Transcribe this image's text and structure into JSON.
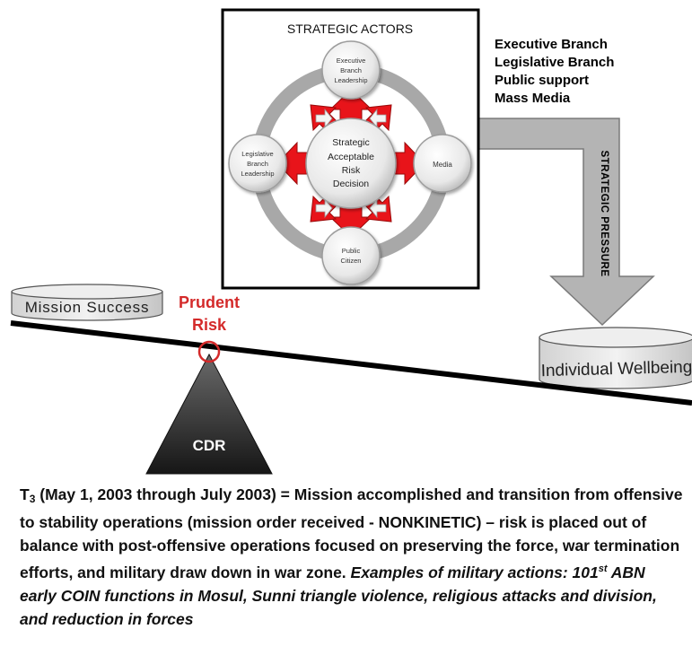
{
  "strategic_actors": {
    "title": "STRATEGIC ACTORS",
    "center": [
      "Strategic",
      "Acceptable",
      "Risk",
      "Decision"
    ],
    "nodes": {
      "executive": [
        "Executive",
        "Branch",
        "Leadership"
      ],
      "legislative": [
        "Legislative",
        "Branch",
        "Leadership"
      ],
      "media": [
        "Media"
      ],
      "public": [
        "Public",
        "Citizen"
      ]
    }
  },
  "actor_list": [
    "Executive Branch",
    "Legislative Branch",
    "Public support",
    "Mass Media"
  ],
  "pressure_label": "STRATEGIC PRESSURE",
  "balance": {
    "left_weight": "Mission Success",
    "right_weight": "Individual Wellbeing",
    "pivot_label_line1": "Prudent",
    "pivot_label_line2": "Risk",
    "fulcrum_label": "CDR"
  },
  "caption": {
    "t_prefix": "T",
    "t_subscript": "3",
    "main": " (May 1, 2003 through July 2003) = Mission accomplished and transition from offensive to stability operations (mission order received - NONKINETIC) – risk  is placed out of balance with post-offensive operations focused on preserving the force, war termination efforts, and military draw down in war zone. ",
    "examples_before_sup": "Examples of military actions: 101",
    "examples_sup": "st",
    "examples_after_sup": " ABN early COIN functions in Mosul, Sunni triangle violence, religious attacks and division, and reduction in forces"
  },
  "colors": {
    "arrow_red": "#e8141a",
    "pressure_arrow": "#b4b4b4",
    "prudent_risk_red": "#d42a2a",
    "fulcrum_dark": "#262626"
  }
}
